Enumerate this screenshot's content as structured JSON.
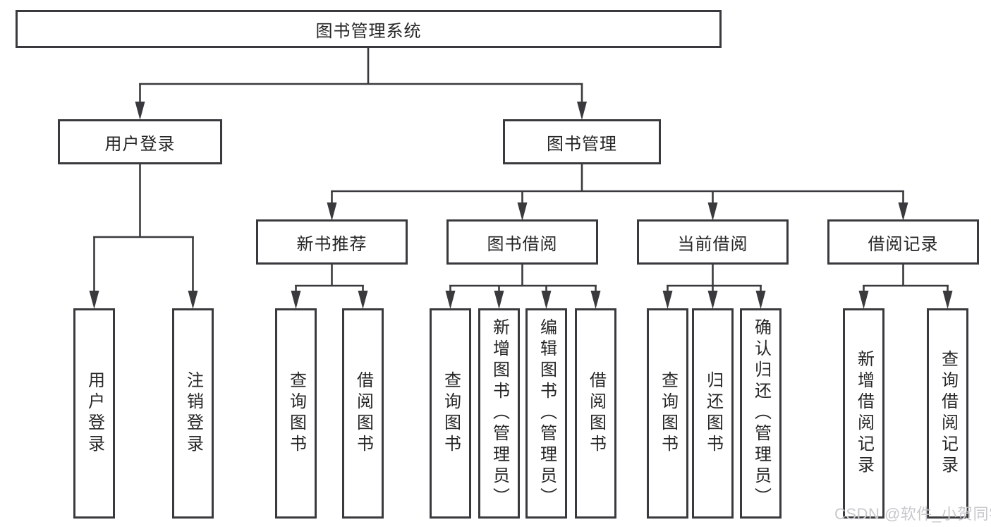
{
  "diagram": {
    "title": "图书管理系统",
    "level2": [
      {
        "label": "用户登录"
      },
      {
        "label": "图书管理"
      }
    ],
    "level3": [
      {
        "label": "新书推荐"
      },
      {
        "label": "图书借阅"
      },
      {
        "label": "当前借阅"
      },
      {
        "label": "借阅记录"
      }
    ],
    "leaves": [
      {
        "label": "用户登录"
      },
      {
        "label": "注销登录"
      },
      {
        "label": "查询图书"
      },
      {
        "label": "借阅图书"
      },
      {
        "label": "查询图书"
      },
      {
        "label": "新增图书（管理员）"
      },
      {
        "label": "编辑图书（管理员）"
      },
      {
        "label": "借阅图书"
      },
      {
        "label": "查询图书"
      },
      {
        "label": "归还图书"
      },
      {
        "label": "确认归还（管理员）"
      },
      {
        "label": "新增借阅记录"
      },
      {
        "label": "查询借阅记录"
      }
    ],
    "watermark": "CSDN @软件_小贺同学",
    "colors": {
      "line": "#3a3a3e",
      "box_border": "#3a3a3e",
      "text": "#262626",
      "watermark": "#c8c8cc",
      "background": "#ffffff"
    }
  }
}
